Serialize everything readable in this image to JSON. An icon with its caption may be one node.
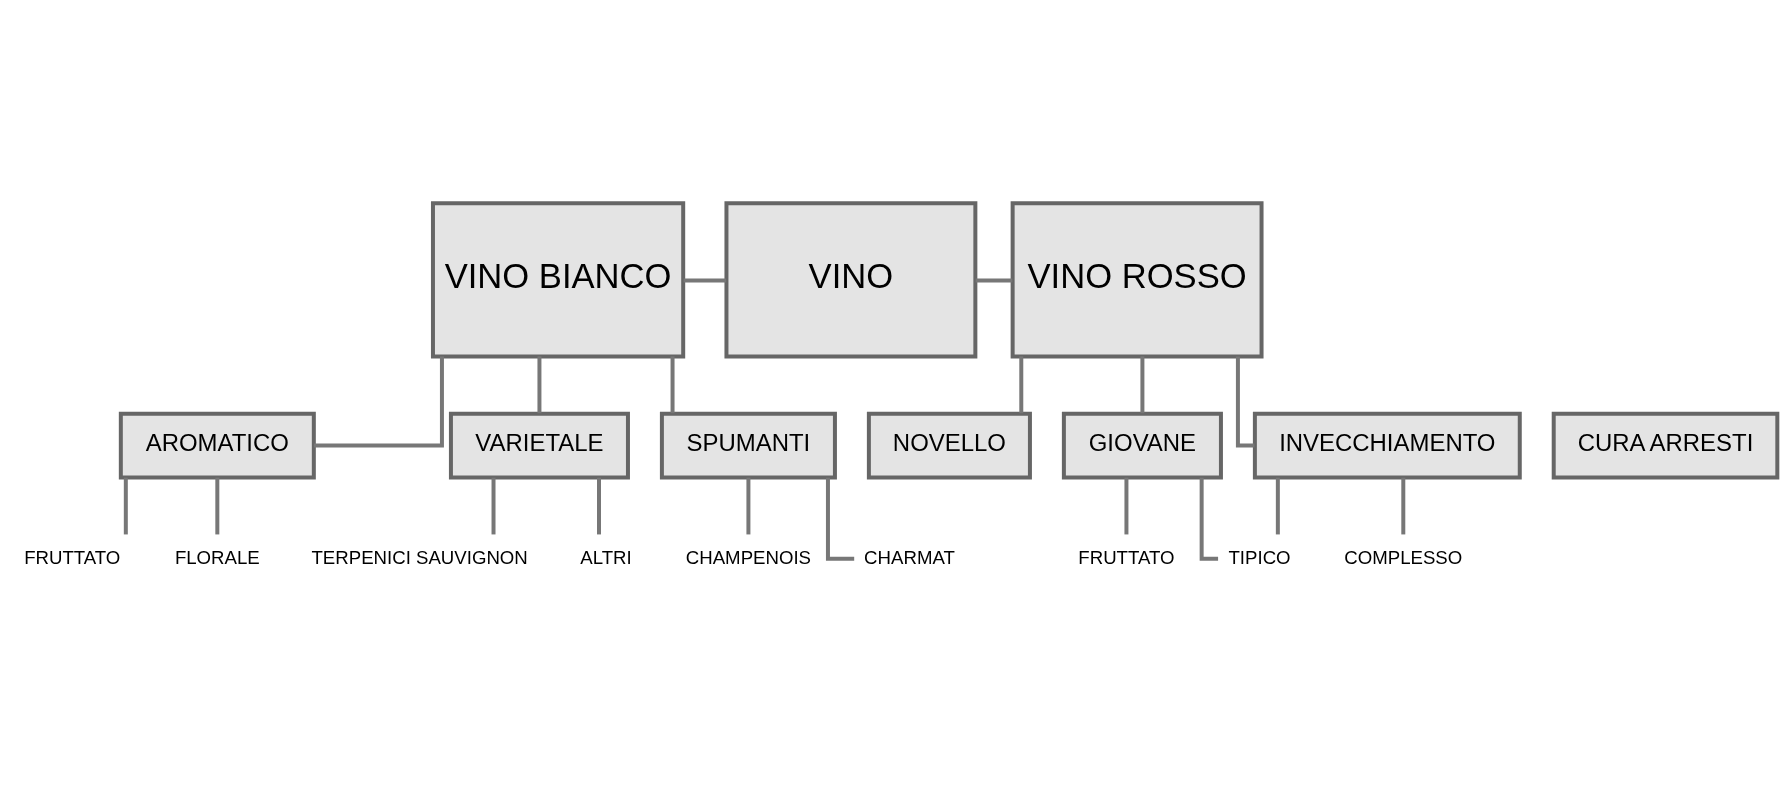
{
  "diagram": {
    "nodes": [
      {
        "text": [
          "VINO BIANCO"
        ]
      },
      {
        "text": [
          "VINO"
        ]
      },
      {
        "text": [
          "VINO ROSSO"
        ]
      },
      {
        "text": [
          "AROMATICO"
        ]
      },
      {
        "text": [
          "VARIETALE"
        ]
      },
      {
        "text": [
          "SPUMANTI"
        ]
      },
      {
        "text": [
          "CURA ARRESTI"
        ]
      },
      {
        "text": [
          "NOVELLO"
        ]
      },
      {
        "text": [
          "GIOVANE"
        ]
      },
      {
        "text": [
          "INVECCHIAMENTO"
        ]
      },
      {
        "text": [
          "FRUTTATO"
        ]
      },
      {
        "text": [
          "FLORALE"
        ]
      },
      {
        "text": [
          "TERPENICI SAUVIGNON"
        ]
      },
      {
        "text": [
          "ALTRI"
        ]
      },
      {
        "text": [
          "CHAMPENOIS"
        ]
      },
      {
        "text": [
          "CHARMAT"
        ]
      },
      {
        "text": [
          "FRUTTATO"
        ]
      },
      {
        "text": [
          "TIPICO"
        ]
      },
      {
        "text": [
          "COMPLESSO"
        ]
      }
    ],
    "edges": [
      {
        "from": 0,
        "to": 1,
        "arrow": "none"
      },
      {
        "from": 1,
        "to": 2,
        "arrow": "none"
      },
      {
        "from": 0,
        "to": 3,
        "arrow": "none"
      },
      {
        "from": 0,
        "to": 4,
        "arrow": "none"
      },
      {
        "from": 0,
        "to": 5,
        "arrow": "none"
      },
      {
        "from": 2,
        "to": 7,
        "arrow": "none"
      },
      {
        "from": 2,
        "to": 8,
        "arrow": "none"
      },
      {
        "from": 2,
        "to": 9,
        "arrow": "none"
      },
      {
        "from": 3,
        "to": 10,
        "arrow": "none"
      },
      {
        "from": 3,
        "to": 11,
        "arrow": "none"
      },
      {
        "from": 4,
        "to": 12,
        "arrow": "none"
      },
      {
        "from": 4,
        "to": 13,
        "arrow": "none"
      },
      {
        "from": 5,
        "to": 14,
        "arrow": "none"
      },
      {
        "from": 5,
        "to": 15,
        "arrow": "none"
      },
      {
        "from": 8,
        "to": 16,
        "arrow": "none"
      },
      {
        "from": 8,
        "to": 17,
        "arrow": "none"
      },
      {
        "from": 9,
        "to": 17,
        "arrow": "none"
      },
      {
        "from": 9,
        "to": 18,
        "arrow": "none"
      }
    ]
  }
}
